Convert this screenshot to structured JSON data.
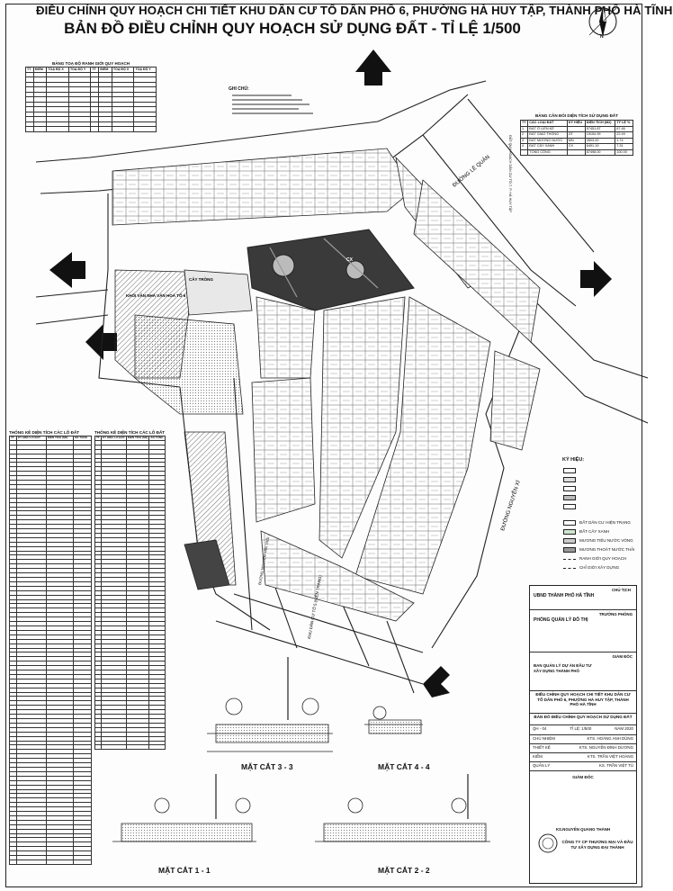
{
  "titles": {
    "main": "ĐIỀU CHỈNH QUY HOẠCH CHI TIẾT KHU DÂN CƯ TỔ DÂN PHỐ 6, PHƯỜNG HÀ HUY TẬP, THÀNH PHỐ HÀ TĨNH",
    "sub": "BẢN ĐỒ ĐIỀU CHỈNH QUY HOẠCH SỬ DỤNG ĐẤT - TỈ LỆ 1/500"
  },
  "coordinate_table": {
    "title": "BẢNG TOẠ ĐỘ RANH GIỚI QUY HOẠCH",
    "headers": [
      "TT",
      "ĐIỂM",
      "TOẠ ĐỘ X",
      "TOẠ ĐỘ Y",
      "TT",
      "ĐIỂM",
      "TOẠ ĐỘ X",
      "TOẠ ĐỘ Y"
    ]
  },
  "notes": {
    "title": "GHI CHÚ:"
  },
  "land_balance": {
    "title": "BẢNG CÂN ĐỐI DIỆN TÍCH SỬ DỤNG ĐẤT",
    "headers": [
      "TT",
      "CÁC LOẠI ĐẤT",
      "KÝ HIỆU",
      "DIỆN TÍCH (M2)",
      "TỶ LỆ %"
    ],
    "rows": [
      [
        "1",
        "ĐẤT Ở LIỀN KỀ",
        "",
        "57451.87",
        "67.46"
      ],
      [
        "2",
        "ĐẤT GIAO THÔNG",
        "GT",
        "19154.99",
        "22.49"
      ],
      [
        "3",
        "ĐẤT MƯƠNG NƯỚC",
        "MN",
        "3503.00",
        "1.74"
      ],
      [
        "4",
        "ĐẤT CÂY XANH",
        "CX",
        "6491.19",
        "7.31"
      ],
      [
        "",
        "TỔNG CỘNG",
        "",
        "87498.00",
        "100.00"
      ]
    ]
  },
  "lot_stats": {
    "title_left": "THỐNG KÊ DIỆN TÍCH CÁC LÔ ĐẤT",
    "title_right": "THỐNG KÊ DIỆN TÍCH CÁC LÔ ĐẤT",
    "headers": [
      "TT",
      "KÝ HIỆU LÔ ĐẤT",
      "DIỆN TÍCH (M2)",
      "SỐ TẦNG"
    ]
  },
  "map_labels": {
    "road_le_quan": "ĐƯỜNG LÊ QUẢN",
    "road_nguyen_xi": "ĐƯỜNG NGUYỄN XÍ",
    "road_right_north": "ĐẤT QUY HOẠCH DÂN CƯ TỔ 7, P. HÀ HUY TẬP",
    "road_south": "ĐƯỜNG NGUYỄN VĂN TRỖI",
    "residential_south": "KHU DÂN CƯ TỔ 5 (HIỆN TRẠNG)",
    "culture_house": "KHỐI VÂN NHÀ VĂN HOÁ TỔ 6",
    "tree_label": "CÂY TRỒNG",
    "cx_label": "CX",
    "north_label": "N"
  },
  "legend": {
    "title": "KÝ HIỆU:",
    "items": [
      "ĐẤT DÂN CƯ HIỆN TRẠNG",
      "ĐẤT CÂY XANH",
      "MƯƠNG TIÊU NƯỚC VÒNG",
      "MƯƠNG THOÁT NƯỚC THẢI",
      "RANH GIỚI QUY HOẠCH",
      "CHỈ GIỚI XÂY DỰNG"
    ]
  },
  "title_block": {
    "approval_body": "UBND THÀNH PHỐ HÀ TĨNH",
    "chair": "CHỦ TỊCH",
    "review_body": "PHÒNG QUẢN LÝ ĐÔ THỊ",
    "head": "TRƯỞNG PHÒNG",
    "investor": "BAN QUẢN LÝ DỰ ÁN ĐẦU TƯ XÂY DỰNG THÀNH PHỐ",
    "director": "GIÁM ĐỐC",
    "project": "ĐIỀU CHỈNH QUY HOẠCH CHI TIẾT KHU DÂN CƯ TỔ DÂN PHỐ 6, PHƯỜNG HÀ HUY TẬP, THÀNH PHỐ HÀ TĨNH",
    "drawing": "BẢN ĐỒ ĐIỀU CHỈNH QUY HOẠCH SỬ DỤNG ĐẤT",
    "sheet": "QH - 04",
    "scale": "TỈ LỆ: 1/500",
    "date": "NĂM 2020",
    "roles": [
      "CHỦ NHIỆM",
      "THIẾT KẾ",
      "KIỂM",
      "QUẢN LÝ"
    ],
    "names": [
      "KTS. HOÀNG ANH DŨNG",
      "KTS. NGUYỄN ĐÌNH DƯƠNG",
      "KTS. TRẦN VIỆT HOÀNG",
      "KS. TRẦN VIỆT TÙ"
    ],
    "company_director": "GIÁM ĐỐC",
    "company_signer": "KS.NGUYỄN QUANG THÀNH",
    "company": "CÔNG TY CP THƯƠNG MẠI VÀ ĐẦU TƯ XÂY DỰNG ĐẠI THÀNH"
  },
  "sections": {
    "s33": "MẶT CẮT 3 - 3",
    "s44": "MẶT CẮT 4 - 4",
    "s11": "MẶT CẮT 1 - 1",
    "s22": "MẶT CẮT 2 - 2"
  }
}
